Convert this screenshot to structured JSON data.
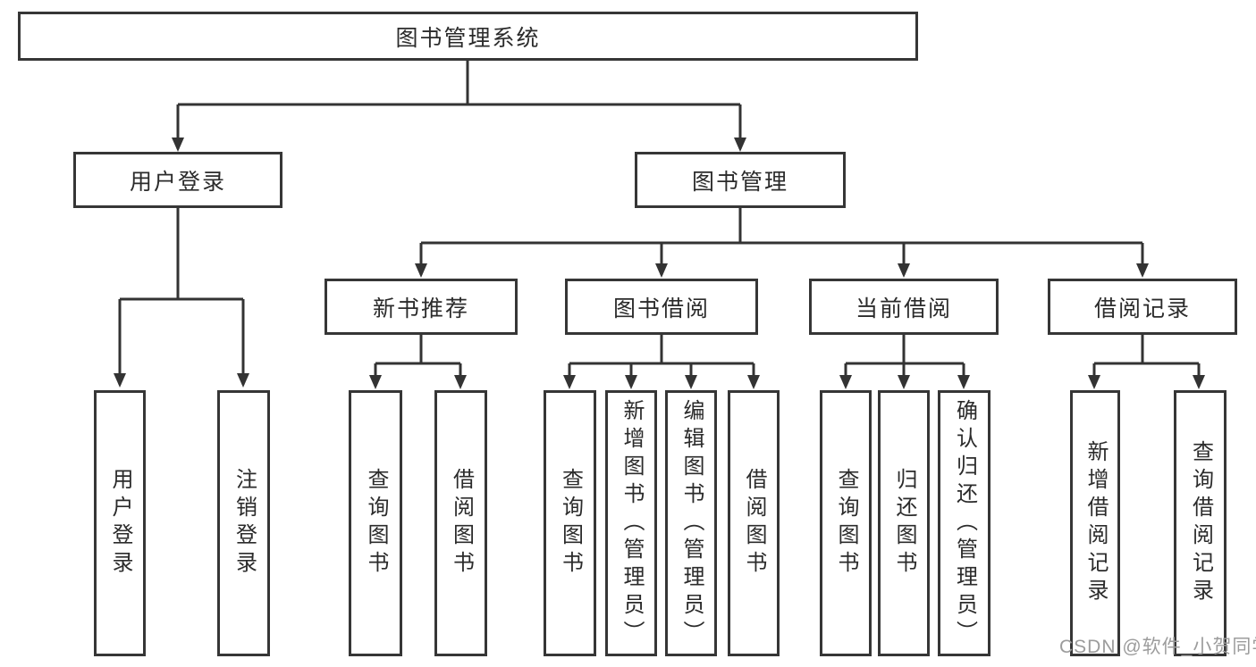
{
  "tree": {
    "root": "图书管理系统",
    "branches": [
      {
        "label": "用户登录",
        "children": [
          "用户登录",
          "注销登录"
        ]
      },
      {
        "label": "图书管理",
        "groups": [
          {
            "label": "新书推荐",
            "children": [
              "查询图书",
              "借阅图书"
            ]
          },
          {
            "label": "图书借阅",
            "children": [
              "查询图书",
              "新增图书（管理员）",
              "编辑图书（管理员）",
              "借阅图书"
            ]
          },
          {
            "label": "当前借阅",
            "children": [
              "查询图书",
              "归还图书",
              "确认归还（管理员）"
            ]
          },
          {
            "label": "借阅记录",
            "children": [
              "新增借阅记录",
              "查询借阅记录"
            ]
          }
        ]
      }
    ]
  },
  "watermark": "CSDN @软件_小贺同学",
  "colors": {
    "line": "#333333",
    "border": "#363636",
    "text": "#2b2b2b",
    "watermark": "#9c9c9c",
    "background": "#ffffff"
  }
}
